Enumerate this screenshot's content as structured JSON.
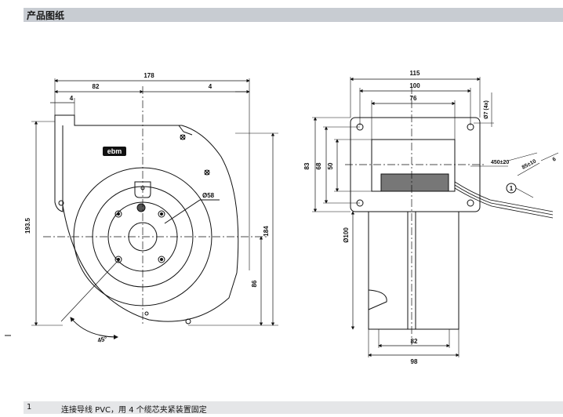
{
  "header": {
    "title": "产品图纸"
  },
  "logo": {
    "text": "ebm"
  },
  "front_view": {
    "dim_total_width": "178",
    "dim_inner_width": "82",
    "dim_left_4": "4",
    "dim_right_4": "4",
    "dim_height": "193.5",
    "dim_right_height": "184",
    "dim_lower": "86",
    "dim_diameter": "Ø58",
    "dim_angle": "45°"
  },
  "side_view": {
    "dim_115": "115",
    "dim_100": "100",
    "dim_76": "76",
    "dim_hole": "Ø7 (4x)",
    "dim_83": "83",
    "dim_68": "68",
    "dim_50": "50",
    "dim_cable": "450±20",
    "dim_strip": "85±10",
    "dim_6": "6",
    "dim_d100": "Ø100",
    "dim_82": "82",
    "dim_98": "98",
    "callout": "1"
  },
  "notes": [
    {
      "num": "1",
      "text": "连接导线 PVC，用 4 个缆芯夹紧装置固定"
    }
  ]
}
